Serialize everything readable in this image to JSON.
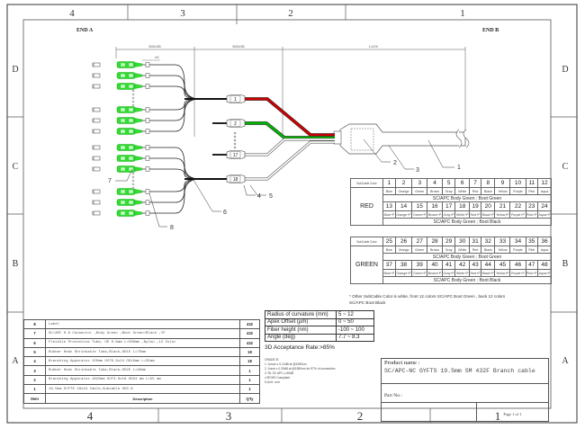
{
  "frame": {
    "columns": [
      "4",
      "3",
      "2",
      "1"
    ],
    "rows": [
      "D",
      "C",
      "B",
      "A"
    ]
  },
  "ends": {
    "a": "END A",
    "b": "END B"
  },
  "dimensions": {
    "seg1": "500±35",
    "seg2": "500±35",
    "seg3": "L±1%",
    "small": "≤5"
  },
  "branch_labels": [
    "1",
    "2",
    "17",
    "18"
  ],
  "callouts": [
    "1",
    "2",
    "3",
    "4",
    "5",
    "6",
    "7",
    "8"
  ],
  "cable_colors": {
    "red": "#cc0000",
    "green": "#00b400",
    "connector": "#33dd33"
  },
  "color_tables": [
    {
      "group": "RED",
      "header": "SubCable Color",
      "rows": [
        {
          "numbers": [
            "1",
            "2",
            "3",
            "4",
            "5",
            "6",
            "7",
            "8",
            "9",
            "10",
            "11",
            "12"
          ],
          "colors": [
            "Blue",
            "Orange",
            "Green",
            "Brown",
            "Gray",
            "White",
            "Red",
            "Black",
            "Yellow",
            "Purple",
            "Pink",
            "Aqua"
          ],
          "note": "SC/APC  Body Green ;  Boot Green"
        },
        {
          "numbers": [
            "13",
            "14",
            "15",
            "16",
            "17",
            "18",
            "19",
            "20",
            "21",
            "22",
            "23",
            "24"
          ],
          "colors": [
            "Blue+P",
            "Orange+P",
            "Green+P",
            "Brown+P",
            "Gray+P",
            "White+P",
            "Red+P",
            "Black+P",
            "Yellow+P",
            "Purple+P",
            "Pink+P",
            "Aqua+P"
          ],
          "note": "SC/APC  Body Green ;  Boot Black"
        }
      ]
    },
    {
      "group": "GREEN",
      "header": "SubCable Color",
      "rows": [
        {
          "numbers": [
            "25",
            "26",
            "27",
            "28",
            "29",
            "30",
            "31",
            "32",
            "33",
            "34",
            "35",
            "36"
          ],
          "colors": [
            "Blue",
            "Orange",
            "Green",
            "Brown",
            "Gray",
            "White",
            "Red",
            "Black",
            "Yellow",
            "Purple",
            "Pink",
            "Aqua"
          ],
          "note": "SC/APC  Body Green ;  Boot Green"
        },
        {
          "numbers": [
            "37",
            "38",
            "39",
            "40",
            "41",
            "42",
            "43",
            "44",
            "45",
            "46",
            "47",
            "48"
          ],
          "colors": [
            "Blue+P",
            "Orange+P",
            "Green+P",
            "Brown+P",
            "Gray+P",
            "White+P",
            "Red+P",
            "Black+P",
            "Yellow+P",
            "Purple+P",
            "Pink+P",
            "Aqua+P"
          ],
          "note": "SC/APC  Body Green ;  Boot Black"
        }
      ]
    }
  ],
  "footnote": "* Other  SubCable Color is white, front 12 colors SC/APC Boot Green  ,  back 12 colors SC/APC Boot Black",
  "spec_table": [
    {
      "label": "Radius of curvature (mm)",
      "value": "5 ~ 12"
    },
    {
      "label": "Apex Offset (μm)",
      "value": "0 ~ 50"
    },
    {
      "label": "Fiber height (nm)",
      "value": "-100 ~ 100"
    },
    {
      "label": "Angle (deg)",
      "value": "7.7 ~ 8.3"
    }
  ],
  "acceptance": "3D Acceptance Rate:>85%",
  "grade_notes": [
    "GRADE B:",
    "1. ILmax ≤ 0.12dB at @1550nm",
    "2. ILave ≤ 0.25dB at @1550nm for 97% of connection",
    "3. RL SC APC ≥ 65dB",
    "4.ROHS Compliant",
    "5.Unit : mm"
  ],
  "bom": {
    "headers": {
      "item": "Item",
      "description": "Description",
      "qty": "Q'ty"
    },
    "rows": [
      {
        "item": "8",
        "description": "Label",
        "qty": "432"
      },
      {
        "item": "7",
        "description": "SC/APC 0.9 Connector ,Body Green ,Boot Green/Black ,YF",
        "qty": "432"
      },
      {
        "item": "6",
        "description": "Flexible Protective Tube,  OD 0.9mm L=500mm ,Nylon  ,12 Color",
        "qty": "432"
      },
      {
        "item": "5",
        "description": "Rubber Heat Shrinkable Tube,Black,OD15   L=70mm",
        "qty": "18"
      },
      {
        "item": "4",
        "description": "Branching Apparatus 150mm OUT0.9x24 OD16mm L=35mm",
        "qty": "18"
      },
      {
        "item": "3",
        "description": "Rubber Heat Shrinkable Tube,Black,OD25   L=90mm",
        "qty": "1"
      },
      {
        "item": "2",
        "description": "Branching Apparatus 1820mm OUT3.0x18 OD24  mm L=55  mm",
        "qty": "1"
      },
      {
        "item": "1",
        "description": "19.5mm GYFTS 18x24 Cable,Subcable OD2.8",
        "qty": "1"
      }
    ]
  },
  "title_block": {
    "product_label": "Product name :",
    "product_name": "SC/APC-NC GYFTS 19.5mm  SM 432F Branch cable",
    "part_label": "Part No.:",
    "page": "Page  1 of 1"
  }
}
